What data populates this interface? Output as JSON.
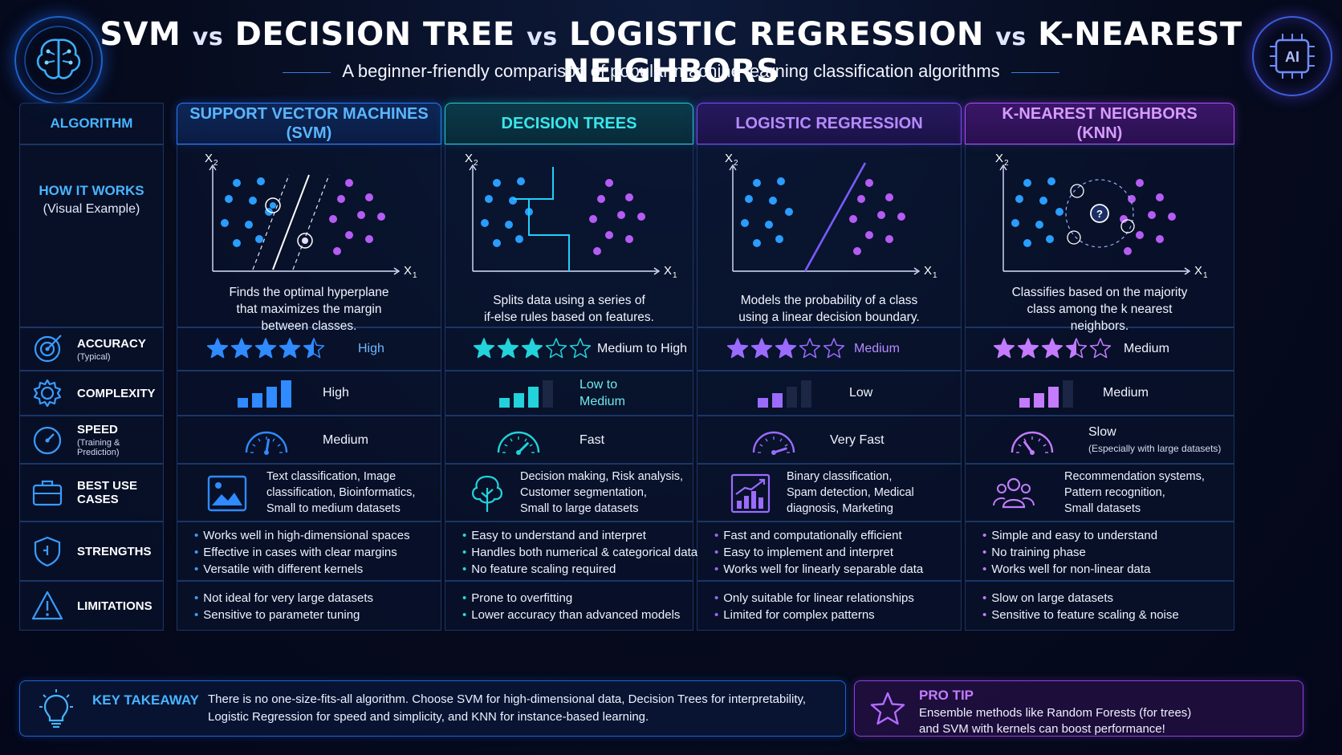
{
  "header": {
    "title_parts": [
      "SVM",
      "vs",
      "DECISION TREE",
      "vs",
      "LOGISTIC REGRESSION",
      "vs",
      "K-NEAREST NEIGHBORS"
    ],
    "subtitle": "A beginner-friendly comparison of popular machine learning classification algorithms",
    "left_logo": "brain-circuit-icon",
    "right_logo_text": "AI"
  },
  "row_labels": {
    "algorithm": "ALGORITHM",
    "how_it_works": "HOW IT WORKS",
    "how_it_works_sub": "(Visual Example)",
    "accuracy": "ACCURACY",
    "accuracy_sub": "(Typical)",
    "complexity": "COMPLEXITY",
    "speed": "SPEED",
    "speed_sub": "(Training & Prediction)",
    "best_use_cases": "BEST USE CASES",
    "strengths": "STRENGTHS",
    "limitations": "LIMITATIONS"
  },
  "axis_labels": {
    "x": "X",
    "x_sub": "1",
    "y": "X",
    "y_sub": "2",
    "knn_query": "?"
  },
  "algorithms": [
    {
      "key": "svm",
      "name_line1": "SUPPORT VECTOR MACHINES",
      "name_line2": "(SVM)",
      "color": "#2f8bff",
      "description": [
        "Finds the optimal hyperplane",
        "that maximizes the margin",
        "between classes."
      ],
      "accuracy_rating": 4.5,
      "accuracy_label": "High",
      "complexity_level": 4,
      "complexity_label": "High",
      "speed_level": 0.55,
      "speed_label": "Medium",
      "speed_note": "",
      "use_icon": "image-icon",
      "use_cases": [
        "Text classification, Image",
        "classification, Bioinformatics,",
        "Small to medium datasets"
      ],
      "strengths": [
        "Works well in high-dimensional spaces",
        "Effective in cases with clear margins",
        "Versatile with different kernels"
      ],
      "limitations": [
        "Not ideal for very large datasets",
        "Sensitive to parameter tuning"
      ]
    },
    {
      "key": "dt",
      "name_line1": "DECISION TREES",
      "name_line2": "",
      "color": "#22d3dc",
      "description": [
        "Splits data using a series of",
        "if-else rules based on features."
      ],
      "accuracy_rating": 3,
      "accuracy_label": "Medium to High",
      "complexity_level": 3,
      "complexity_label_line1": "Low to",
      "complexity_label_line2": "Medium",
      "speed_level": 0.75,
      "speed_label": "Fast",
      "speed_note": "",
      "use_icon": "tree-icon",
      "use_cases": [
        "Decision making, Risk analysis,",
        "Customer segmentation,",
        "Small to large datasets"
      ],
      "strengths": [
        "Easy to understand and interpret",
        "Handles both numerical & categorical data",
        "No feature scaling required"
      ],
      "limitations": [
        "Prone to overfitting",
        "Lower accuracy than advanced models"
      ]
    },
    {
      "key": "lr",
      "name_line1": "LOGISTIC REGRESSION",
      "name_line2": "",
      "color": "#9b6bff",
      "description": [
        "Models the probability of a class",
        "using a linear decision boundary."
      ],
      "accuracy_rating": 3,
      "accuracy_label": "Medium",
      "complexity_level": 2,
      "complexity_label": "Low",
      "speed_level": 0.9,
      "speed_label": "Very Fast",
      "speed_note": "",
      "use_icon": "growth-chart-icon",
      "use_cases": [
        "Binary classification,",
        "Spam detection, Medical",
        "diagnosis, Marketing"
      ],
      "strengths": [
        "Fast and computationally efficient",
        "Easy to implement and interpret",
        "Works well for linearly separable data"
      ],
      "limitations": [
        "Only suitable for linear relationships",
        "Limited for complex patterns"
      ]
    },
    {
      "key": "knn",
      "name_line1": "K-NEAREST NEIGHBORS",
      "name_line2": "(KNN)",
      "color": "#c47bff",
      "description": [
        "Classifies based on the majority",
        "class among the k nearest",
        "neighbors."
      ],
      "accuracy_rating": 3.5,
      "accuracy_label": "Medium",
      "complexity_level": 3,
      "complexity_label": "Medium",
      "speed_level": 0.3,
      "speed_label": "Slow",
      "speed_note": "(Especially with large datasets)",
      "use_icon": "users-icon",
      "use_cases": [
        "Recommendation systems,",
        "Pattern recognition,",
        "Small datasets"
      ],
      "strengths": [
        "Simple and easy to understand",
        "No training phase",
        "Works well for non-linear data"
      ],
      "limitations": [
        "Slow on large datasets",
        "Sensitive to feature scaling & noise"
      ]
    }
  ],
  "key_takeaway": {
    "title": "KEY TAKEAWAY",
    "line1": "There is no one-size-fits-all algorithm. Choose SVM for high-dimensional data, Decision Trees for interpretability,",
    "line2": "Logistic Regression for speed and simplicity, and KNN for instance-based learning."
  },
  "pro_tip": {
    "title": "PRO TIP",
    "line1": "Ensemble methods like Random Forests (for trees)",
    "line2": "and SVM with kernels can boost performance!"
  }
}
